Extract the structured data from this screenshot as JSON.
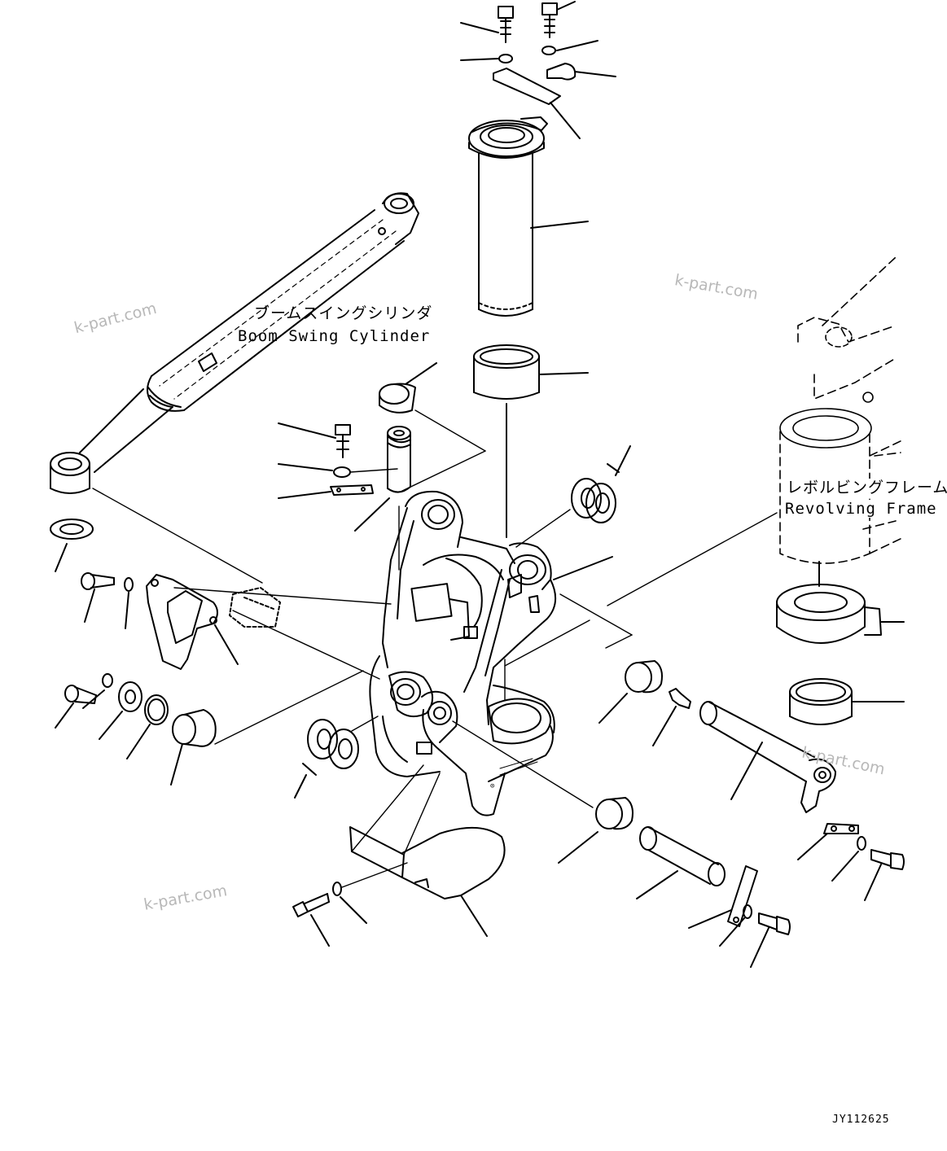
{
  "labels": {
    "boom_cylinder_jp": "ブームスイングシリンダ",
    "boom_cylinder_en": "Boom Swing Cylinder",
    "revolving_frame_jp": "レボルビングフレーム",
    "revolving_frame_en": "Revolving Frame"
  },
  "watermarks": [
    "k-part.com",
    "k-part.com",
    "k-part.com",
    "k-part.com"
  ],
  "drawing_code": "JY112625"
}
